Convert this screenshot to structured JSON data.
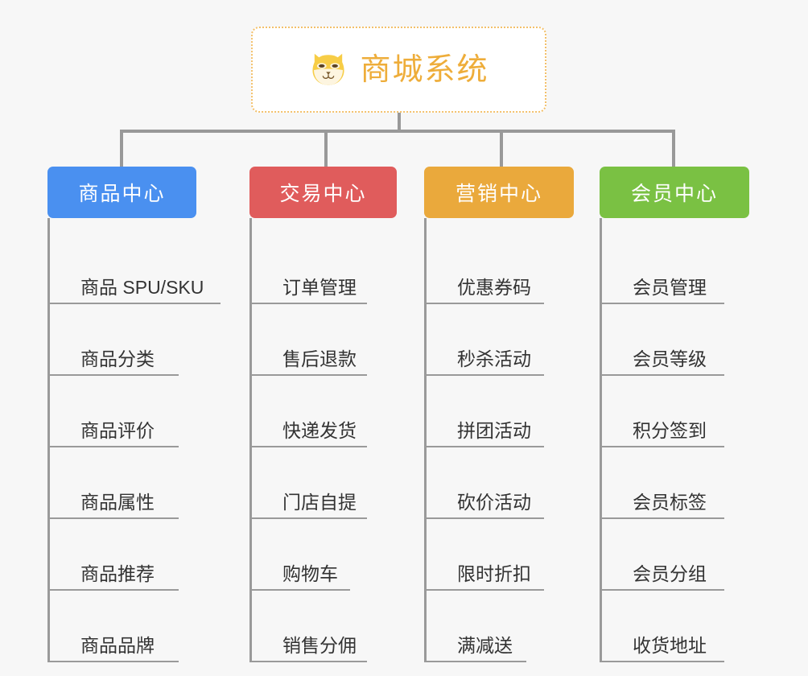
{
  "page": {
    "background_color": "#f7f7f7",
    "connector_color": "#999999"
  },
  "root": {
    "title": "商城系统",
    "icon": "shiba-dog-icon",
    "text_color": "#eead3a",
    "border_color": "#f3c06a",
    "background_color": "#ffffff"
  },
  "columns": [
    {
      "title": "商品中心",
      "color": "#4a90f0",
      "items": [
        {
          "label": "商品 SPU/SKU"
        },
        {
          "label": "商品分类"
        },
        {
          "label": "商品评价"
        },
        {
          "label": "商品属性"
        },
        {
          "label": "商品推荐"
        },
        {
          "label": "商品品牌"
        }
      ]
    },
    {
      "title": "交易中心",
      "color": "#e05c5c",
      "items": [
        {
          "label": "订单管理"
        },
        {
          "label": "售后退款"
        },
        {
          "label": "快递发货"
        },
        {
          "label": "门店自提"
        },
        {
          "label": "购物车"
        },
        {
          "label": "销售分佣"
        }
      ]
    },
    {
      "title": "营销中心",
      "color": "#eaa93c",
      "items": [
        {
          "label": "优惠券码"
        },
        {
          "label": "秒杀活动"
        },
        {
          "label": "拼团活动"
        },
        {
          "label": "砍价活动"
        },
        {
          "label": "限时折扣"
        },
        {
          "label": "满减送"
        }
      ]
    },
    {
      "title": "会员中心",
      "color": "#7ac143",
      "items": [
        {
          "label": "会员管理"
        },
        {
          "label": "会员等级"
        },
        {
          "label": "积分签到"
        },
        {
          "label": "会员标签"
        },
        {
          "label": "会员分组"
        },
        {
          "label": "收货地址"
        }
      ]
    }
  ]
}
